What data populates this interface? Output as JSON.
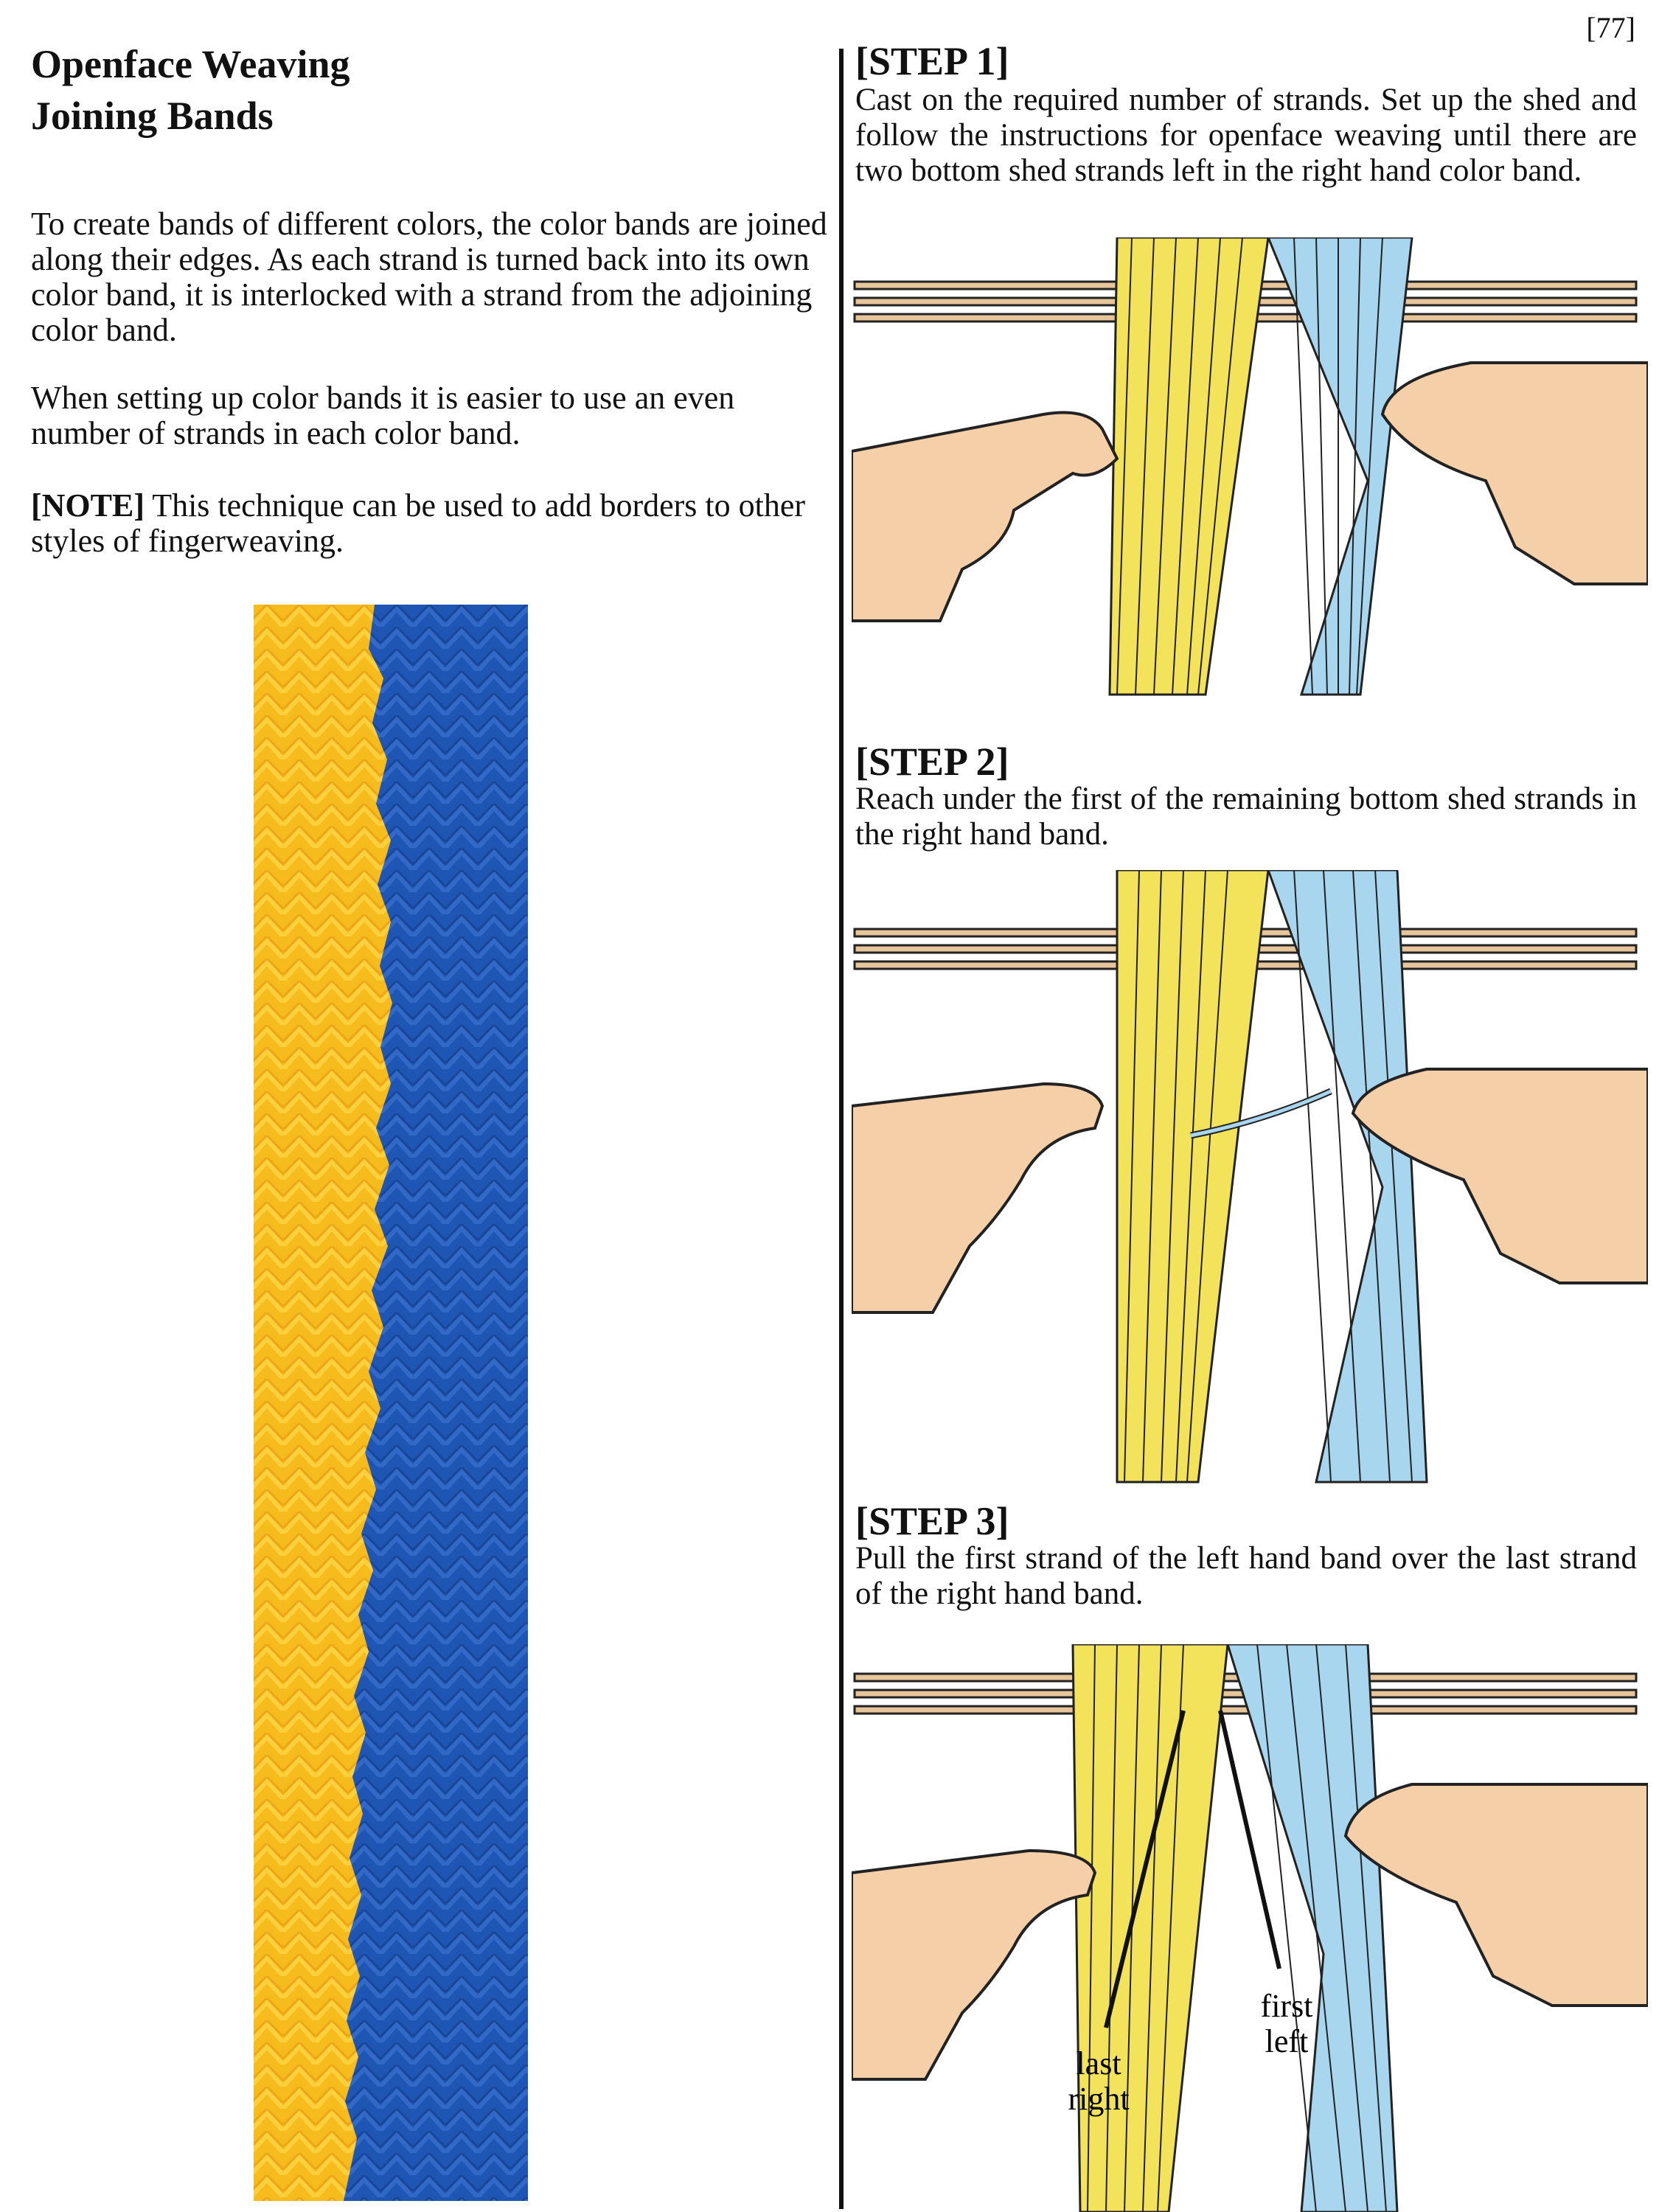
{
  "page_number": "[77]",
  "title_lines": [
    "Openface Weaving",
    "Joining Bands"
  ],
  "intro": {
    "p1": "To create bands of different colors, the color bands are joined along their edges. As each strand is turned back into its own color band, it is interlocked with a strand from the adjoining color band.",
    "p2": "When setting up color bands it is easier to use an even number of strands in each color band.",
    "note_label": "[NOTE]",
    "note_text": " This technique can be used to add borders to other styles of fingerweaving."
  },
  "steps": [
    {
      "heading": "[STEP 1]",
      "text": "Cast on the required number of strands. Set up the shed and follow the instructions for openface weaving until there are two bottom shed strands left in the right hand color band."
    },
    {
      "heading": "[STEP 2]",
      "text": "Reach under the first of the remaining bottom shed strands in the right hand band."
    },
    {
      "heading": "[STEP 3]",
      "text": "Pull the first strand of the left hand band over the last strand of the right hand band."
    }
  ],
  "callouts": {
    "last_right": [
      "last",
      "right"
    ],
    "first_left": [
      "first",
      "left"
    ]
  },
  "colors": {
    "yellow": "#f3e35a",
    "blue": "#a9d6ef",
    "skin": "#f5cfa7",
    "rod": "#e7c59a",
    "band_yellow": "#f7bb1c",
    "band_blue": "#1e55b4"
  }
}
